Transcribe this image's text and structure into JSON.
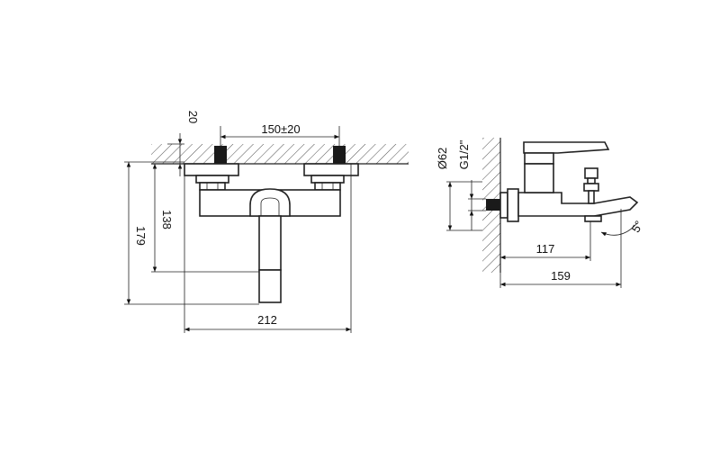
{
  "front_view": {
    "dim_width": "212",
    "dim_height_total": "179",
    "dim_height_body": "138",
    "dim_wall_offset": "20",
    "dim_connector_spacing": "150±20"
  },
  "side_view": {
    "dim_escutcheon_diameter": "Ø62",
    "dim_thread": "G1/2\"",
    "dim_spout_reach": "117",
    "dim_overall_depth": "159",
    "dim_spout_angle": "5°"
  }
}
